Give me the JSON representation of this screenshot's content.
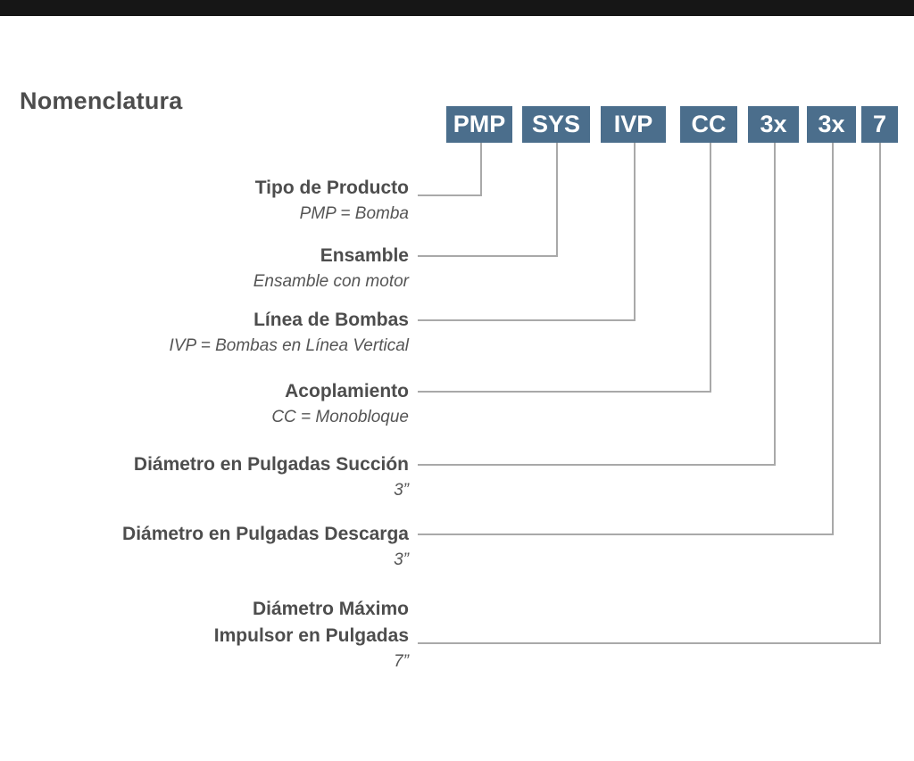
{
  "title": "Nomenclatura",
  "code_boxes": [
    "PMP",
    "SYS",
    "IVP",
    "CC",
    "3x",
    "3x",
    "7"
  ],
  "entries": [
    {
      "label": "Tipo de Producto",
      "sub": "PMP = Bomba"
    },
    {
      "label": "Ensamble",
      "sub": "Ensamble con motor"
    },
    {
      "label": "Línea de Bombas",
      "sub": "IVP = Bombas en Línea Vertical"
    },
    {
      "label": "Acoplamiento",
      "sub": "CC = Monobloque"
    },
    {
      "label": "Diámetro en Pulgadas Succión",
      "sub": "3”"
    },
    {
      "label": "Diámetro en Pulgadas Descarga",
      "sub": "3”"
    },
    {
      "label": "Diámetro Máximo\nImpulsor en Pulgadas",
      "sub": "7”"
    }
  ]
}
